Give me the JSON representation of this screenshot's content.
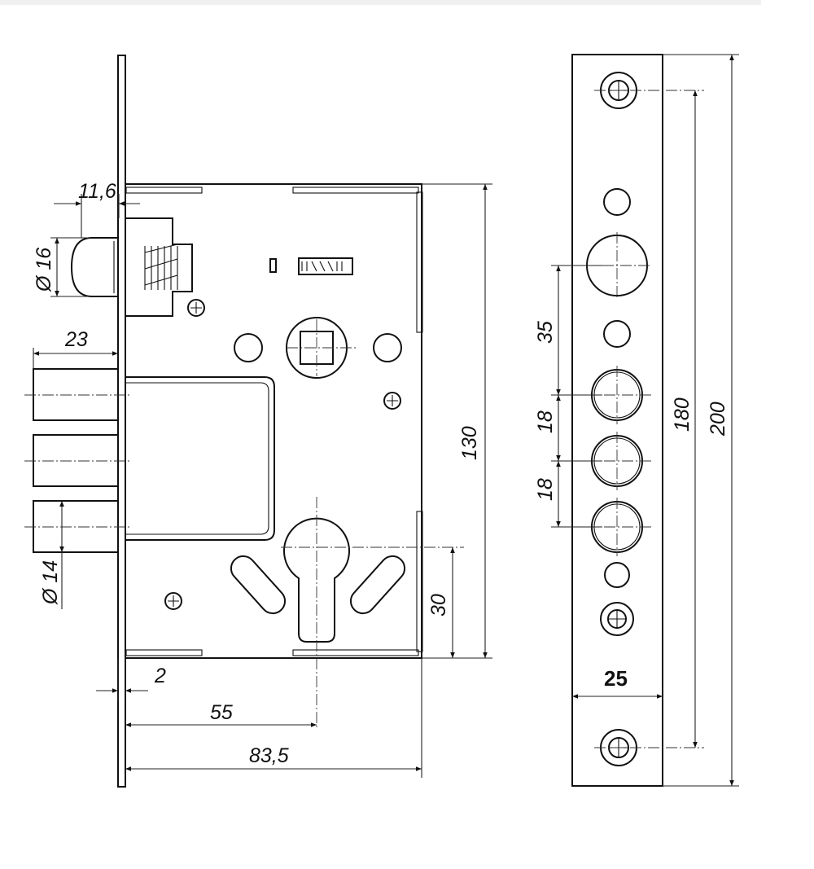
{
  "drawing": {
    "side_view": {
      "dims": {
        "latch_offset": "11,6",
        "latch_diameter": "Ø 16",
        "bolt_projection": "23",
        "bolt_diameter": "Ø 14",
        "case_height": "130",
        "cylinder_offset": "30",
        "plate_thickness": "2",
        "backset": "55",
        "case_depth": "83,5"
      }
    },
    "front_view": {
      "dims": {
        "latch_to_bolt": "35",
        "bolt_pitch_1": "18",
        "bolt_pitch_2": "18",
        "screw_pitch": "180",
        "faceplate_length": "200",
        "faceplate_width": "25"
      }
    }
  }
}
